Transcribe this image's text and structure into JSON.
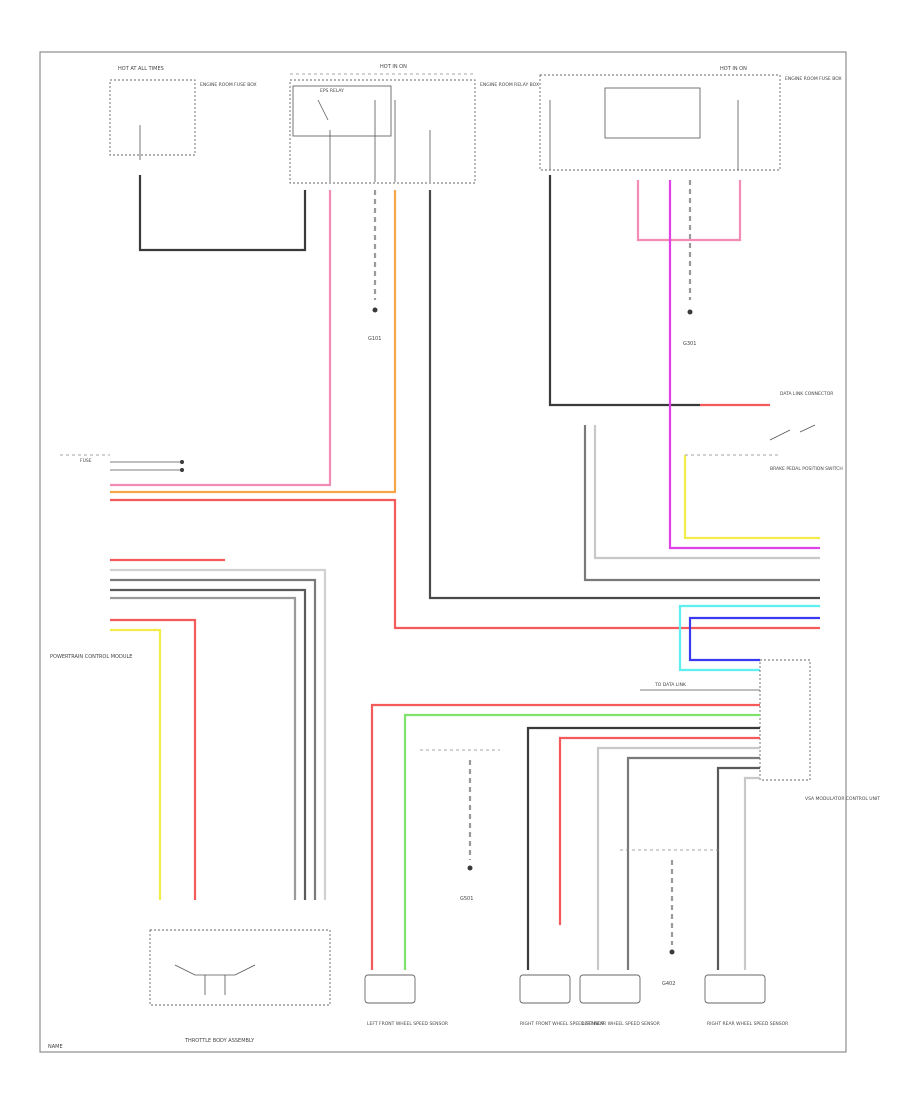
{
  "diagram": {
    "page_label": "NAME",
    "colors": {
      "black": "#3a3a3a",
      "pink": "#f28cb4",
      "orange": "#f7a64a",
      "red": "#f45a5a",
      "gray": "#8a8a8a",
      "yellow": "#f4ec4a",
      "green": "#7ee36a",
      "magenta": "#e040e8",
      "blue": "#3a3af0",
      "cyan": "#5ef0f0",
      "lightgray": "#c8c8c8"
    },
    "labels": {
      "hot_left": "HOT AT ALL TIMES",
      "hot_mid": "HOT IN ON",
      "hot_right": "HOT IN ON",
      "fuse_box_left": "ENGINE ROOM FUSE BOX",
      "fuse_box_mid": "ENGINE ROOM RELAY BOX",
      "fuse_box_right": "ENGINE ROOM FUSE BOX",
      "relay_mid": "EPS RELAY",
      "ground_g1": "G101",
      "ground_g2": "G301",
      "ground_g3": "G501",
      "ground_g4": "G402",
      "pcm_label": "POWERTRAIN CONTROL MODULE",
      "dsc_label": "VSA MODULATOR CONTROL UNIT",
      "brake_switch": "BRAKE PEDAL POSITION SWITCH",
      "throttle": "THROTTLE BODY ASSEMBLY",
      "lf_sensor": "LEFT FRONT WHEEL SPEED SENSOR",
      "rf_sensor": "RIGHT FRONT WHEEL SPEED SENSOR",
      "lr_sensor": "LEFT REAR WHEEL SPEED SENSOR",
      "rr_sensor": "RIGHT REAR WHEEL SPEED SENSOR",
      "data_link": "DATA LINK CONNECTOR"
    }
  }
}
